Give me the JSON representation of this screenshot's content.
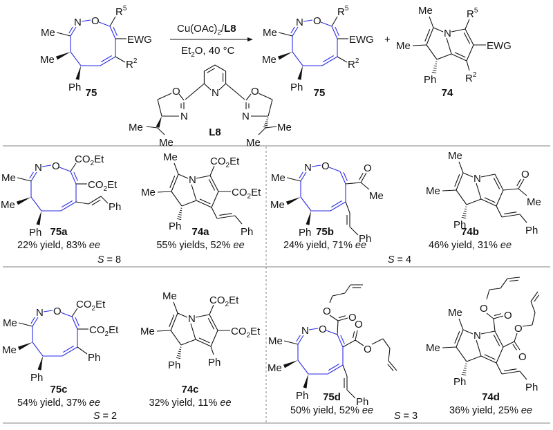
{
  "colors": {
    "ring_highlight": "#2a2ae6",
    "bond": "#111111",
    "rule": "#9a9a9a"
  },
  "reaction": {
    "reagent_top": "Cu(OAc)",
    "reagent_top_sub": "2",
    "reagent_top_slash": "/",
    "reagent_top_ligand": "L8",
    "conditions_a": "Et",
    "conditions_sub": "2",
    "conditions_b": "O, 40 °C",
    "plus": "+",
    "starting_label": "75",
    "product1_label": "75",
    "product2_label": "74",
    "ligand_label": "L8"
  },
  "atoms": {
    "N": "N",
    "O": "O",
    "Me": "Me",
    "Ph": "Ph",
    "EWG": "EWG",
    "R5": "R",
    "R5_sup": "5",
    "R2": "R",
    "R2_sup": "2",
    "CO2Et_a": "CO",
    "CO2Et_sub": "2",
    "CO2Et_b": "Et"
  },
  "entries": [
    {
      "id": "75a",
      "label": "75a",
      "yield": "22% yield, 83% ",
      "ee": "ee"
    },
    {
      "id": "74a",
      "label": "74a",
      "yield": "55% yields, 52% ",
      "ee": "ee"
    },
    {
      "id": "75b",
      "label": "75b",
      "yield": "24% yield, 71% ",
      "ee": "ee"
    },
    {
      "id": "74b",
      "label": "74b",
      "yield": "46% yield, 31% ",
      "ee": "ee"
    },
    {
      "id": "75c",
      "label": "75c",
      "yield": "54% yield, 37% ",
      "ee": "ee"
    },
    {
      "id": "74c",
      "label": "74c",
      "yield": "32% yield, 11% ",
      "ee": "ee"
    },
    {
      "id": "75d",
      "label": "75d",
      "yield": "50% yield, 52% ",
      "ee": "ee"
    },
    {
      "id": "74d",
      "label": "74d",
      "yield": "36% yield, 25% ",
      "ee": "ee"
    }
  ],
  "selectivity": [
    {
      "symbol": "S",
      "text": " = 8"
    },
    {
      "symbol": "S",
      "text": " = 4"
    },
    {
      "symbol": "S",
      "text": " = 2"
    },
    {
      "symbol": "S",
      "text": " = 3"
    }
  ]
}
